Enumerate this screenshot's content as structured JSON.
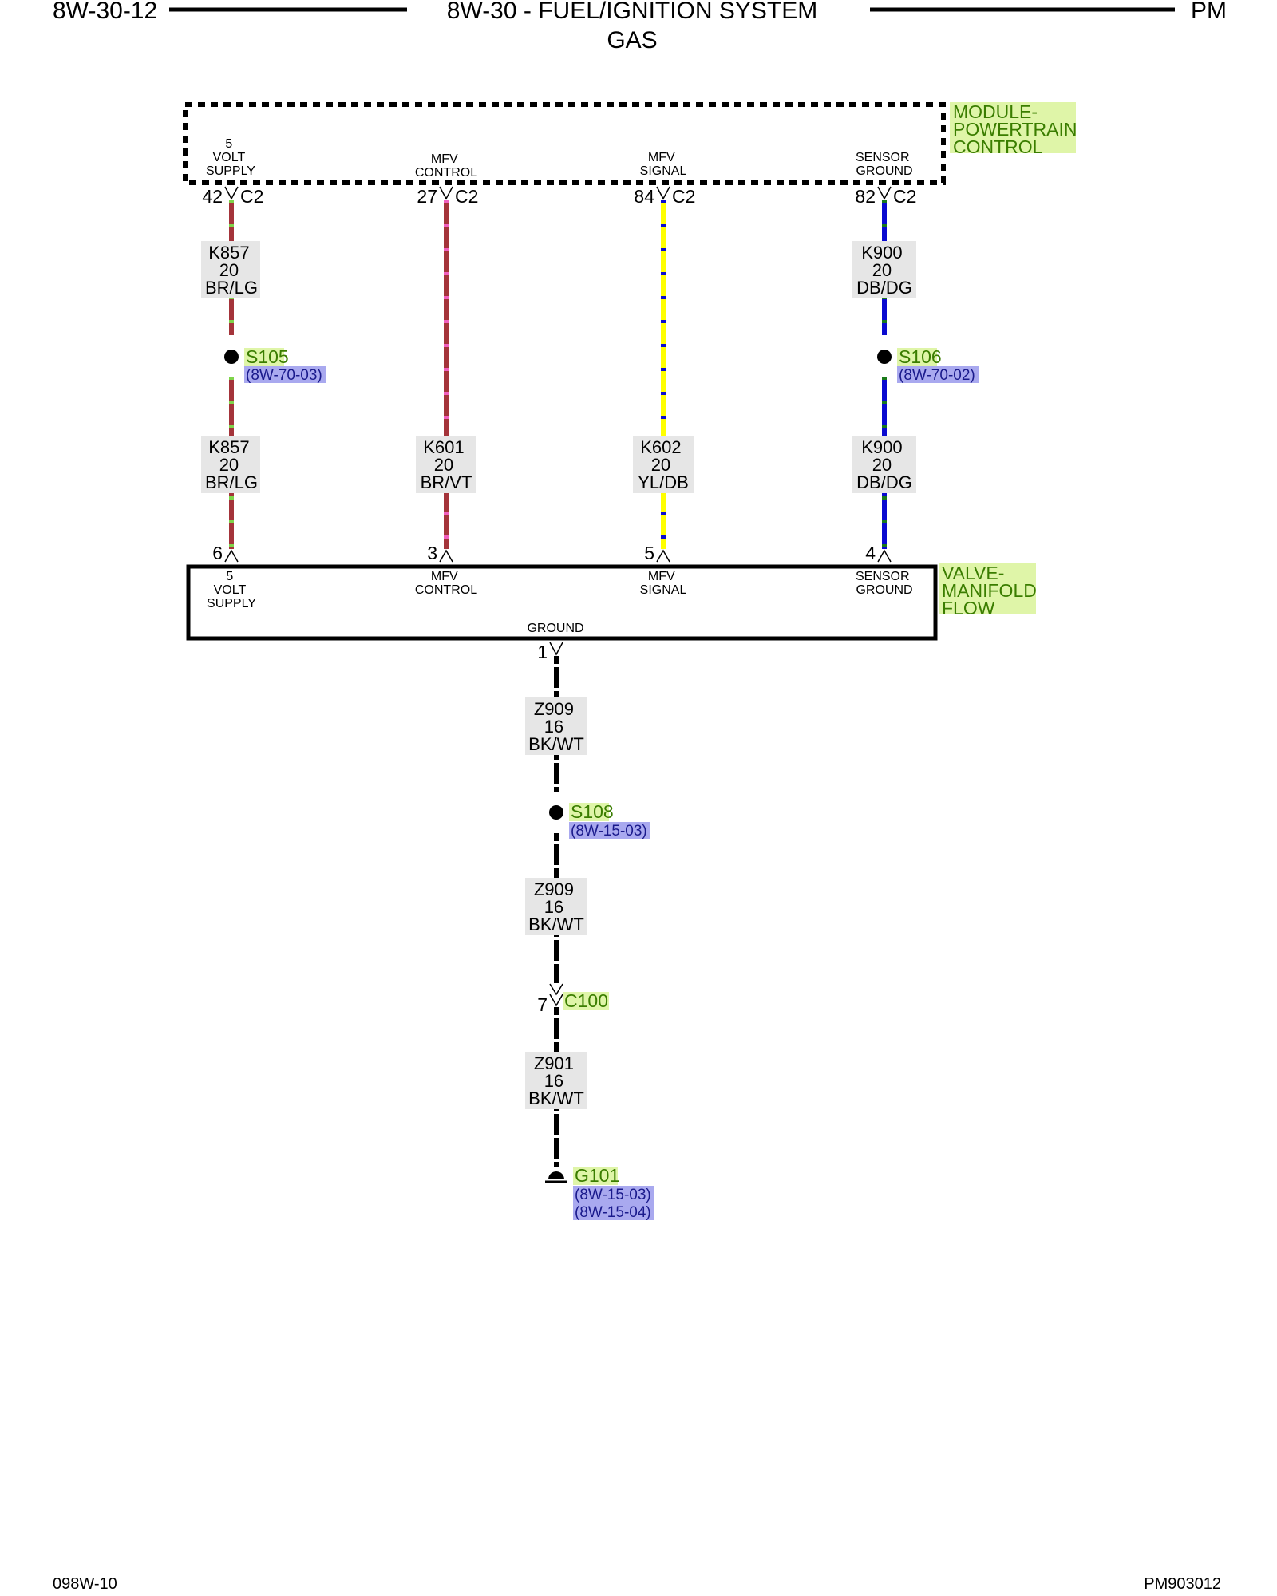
{
  "header": {
    "page_left": "8W-30-12",
    "title": "8W-30 - FUEL/IGNITION SYSTEM",
    "subtitle": "GAS",
    "page_right": "PM"
  },
  "footer": {
    "left": "098W-10",
    "right": "PM903012"
  },
  "colors": {
    "component_label_bg": "#dff5a8",
    "component_label_text": "#3a7d00",
    "ref_label_bg": "#a9a9ef",
    "ref_label_text": "#1a1a8c",
    "wire_brown": "#a4343a",
    "wire_light_green": "#7fd44a",
    "wire_violet": "#f060c0",
    "wire_yellow": "#ffff00",
    "wire_dark_blue": "#0a0ad0",
    "wire_dark_green": "#1a7a1a",
    "wire_black": "#000000",
    "wire_white": "#ffffff",
    "wire_label_bg": "#e6e6e6"
  },
  "modules": {
    "pcm": {
      "name": [
        "MODULE-",
        "POWERTRAIN",
        "CONTROL"
      ],
      "pins": [
        {
          "func": [
            "5",
            "VOLT",
            "SUPPLY"
          ],
          "cavity": "42",
          "connector": "C2"
        },
        {
          "func": [
            "MFV",
            "CONTROL"
          ],
          "cavity": "27",
          "connector": "C2"
        },
        {
          "func": [
            "MFV",
            "SIGNAL"
          ],
          "cavity": "84",
          "connector": "C2"
        },
        {
          "func": [
            "SENSOR",
            "GROUND"
          ],
          "cavity": "82",
          "connector": "C2"
        }
      ]
    },
    "valve": {
      "name": [
        "VALVE-",
        "MANIFOLD",
        "FLOW"
      ],
      "pins": [
        {
          "func": [
            "5",
            "VOLT",
            "SUPPLY"
          ],
          "cavity": "6"
        },
        {
          "func": [
            "MFV",
            "CONTROL"
          ],
          "cavity": "3"
        },
        {
          "func": [
            "MFV",
            "SIGNAL"
          ],
          "cavity": "5"
        },
        {
          "func": [
            "SENSOR",
            "GROUND"
          ],
          "cavity": "4"
        }
      ],
      "ground_pin": {
        "func": [
          "GROUND"
        ],
        "cavity": "1"
      }
    }
  },
  "wires": {
    "k857_upper": [
      "K857",
      "20",
      "BR/LG"
    ],
    "k857_lower": [
      "K857",
      "20",
      "BR/LG"
    ],
    "k601": [
      "K601",
      "20",
      "BR/VT"
    ],
    "k602": [
      "K602",
      "20",
      "YL/DB"
    ],
    "k900_upper": [
      "K900",
      "20",
      "DB/DG"
    ],
    "k900_lower": [
      "K900",
      "20",
      "DB/DG"
    ],
    "z909_upper": [
      "Z909",
      "16",
      "BK/WT"
    ],
    "z909_lower": [
      "Z909",
      "16",
      "BK/WT"
    ],
    "z901": [
      "Z901",
      "16",
      "BK/WT"
    ]
  },
  "splices": {
    "s105": {
      "name": "S105",
      "ref": "(8W-70-03)"
    },
    "s106": {
      "name": "S106",
      "ref": "(8W-70-02)"
    },
    "s108": {
      "name": "S108",
      "ref": "(8W-15-03)"
    }
  },
  "connector_c100": {
    "name": "C100",
    "cavity": "7"
  },
  "ground_g101": {
    "name": "G101",
    "refs": [
      "(8W-15-03)",
      "(8W-15-04)"
    ]
  }
}
